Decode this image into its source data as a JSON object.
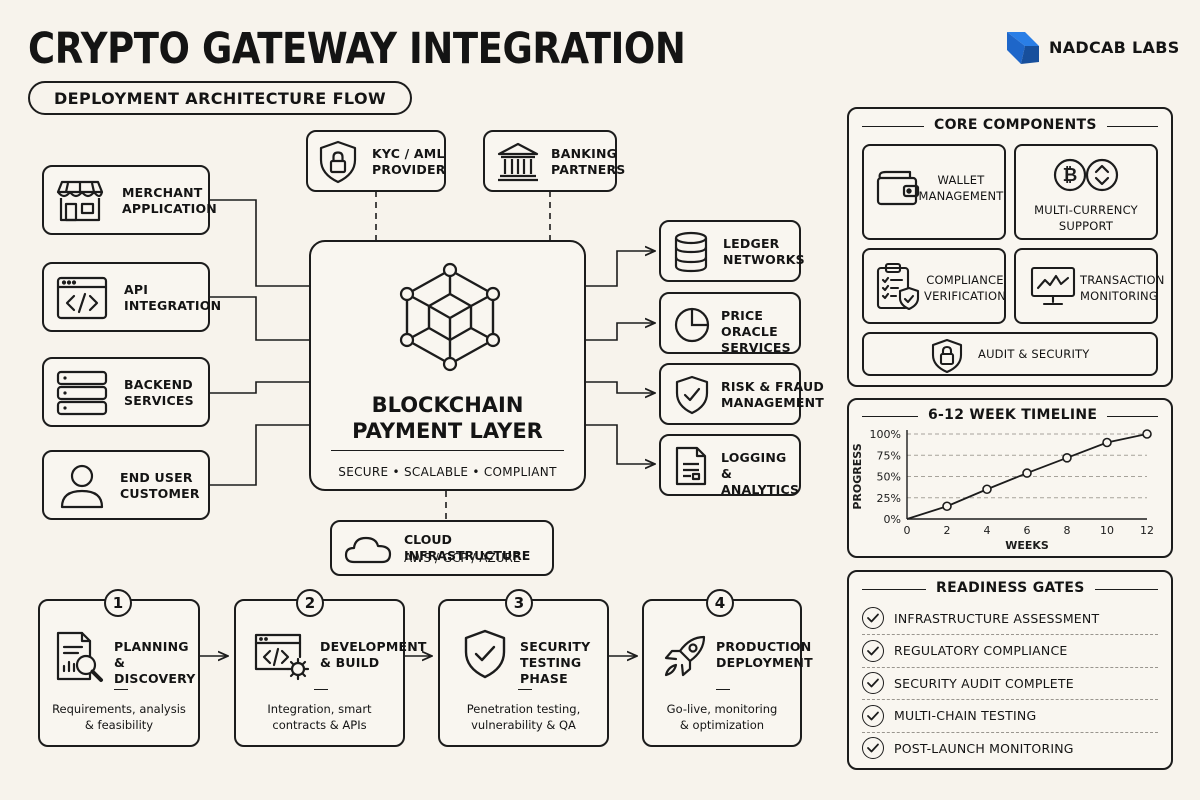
{
  "header": {
    "title": "CRYPTO GATEWAY INTEGRATION",
    "subtitle": "DEPLOYMENT ARCHITECTURE FLOW",
    "brand": "NADCAB LABS",
    "brand_color": "#1f6fd6"
  },
  "left_nodes": [
    {
      "lines": [
        "MERCHANT",
        "APPLICATION"
      ],
      "icon": "storefront-icon"
    },
    {
      "lines": [
        "API",
        "INTEGRATION"
      ],
      "icon": "code-window-icon"
    },
    {
      "lines": [
        "BACKEND",
        "SERVICES"
      ],
      "icon": "server-icon"
    },
    {
      "lines": [
        "END USER",
        "CUSTOMER"
      ],
      "icon": "user-icon"
    }
  ],
  "top_nodes": [
    {
      "lines": [
        "KYC / AML",
        "PROVIDER"
      ],
      "icon": "shield-lock-icon"
    },
    {
      "lines": [
        "BANKING",
        "PARTNERS"
      ],
      "icon": "bank-icon"
    }
  ],
  "center": {
    "title_lines": [
      "BLOCKCHAIN",
      "PAYMENT LAYER"
    ],
    "tagline": "SECURE • SCALABLE • COMPLIANT",
    "icon": "blockchain-cube-icon"
  },
  "right_nodes": [
    {
      "lines": [
        "LEDGER",
        "NETWORKS"
      ],
      "icon": "database-icon"
    },
    {
      "lines": [
        "PRICE ORACLE",
        "SERVICES"
      ],
      "icon": "pie-chart-icon"
    },
    {
      "lines": [
        "RISK & FRAUD",
        "MANAGEMENT"
      ],
      "icon": "shield-check-icon"
    },
    {
      "lines": [
        "LOGGING &",
        "ANALYTICS"
      ],
      "icon": "document-icon"
    }
  ],
  "cloud": {
    "title": "CLOUD INFRASTRUCTURE",
    "subtitle": "AWS / GCP / AZURE",
    "icon": "cloud-icon"
  },
  "phases": [
    {
      "num": "1",
      "lines": [
        "PLANNING &",
        "DISCOVERY"
      ],
      "desc": [
        "Requirements, analysis",
        "& feasibility"
      ],
      "icon": "document-search-icon"
    },
    {
      "num": "2",
      "lines": [
        "DEVELOPMENT",
        "& BUILD"
      ],
      "desc": [
        "Integration, smart",
        "contracts & APIs"
      ],
      "icon": "code-gear-icon"
    },
    {
      "num": "3",
      "lines": [
        "SECURITY",
        "TESTING PHASE"
      ],
      "desc": [
        "Penetration testing,",
        "vulnerability & QA"
      ],
      "icon": "shield-check-icon"
    },
    {
      "num": "4",
      "lines": [
        "PRODUCTION",
        "DEPLOYMENT"
      ],
      "desc": [
        "Go-live, monitoring",
        "& optimization"
      ],
      "icon": "rocket-icon"
    }
  ],
  "core": {
    "title": "CORE COMPONENTS",
    "items": [
      {
        "lines": [
          "WALLET",
          "MANAGEMENT"
        ],
        "icon": "wallet-icon"
      },
      {
        "lines": [
          "MULTI-CURRENCY",
          "SUPPORT"
        ],
        "icon": "bitcoin-exchange-icon"
      },
      {
        "lines": [
          "COMPLIANCE",
          "VERIFICATION"
        ],
        "icon": "clipboard-shield-icon"
      },
      {
        "lines": [
          "TRANSACTION",
          "MONITORING"
        ],
        "icon": "monitor-chart-icon"
      },
      {
        "lines": [
          "AUDIT & SECURITY"
        ],
        "icon": "lock-icon"
      }
    ]
  },
  "chart_data": {
    "type": "line",
    "title": "6-12 WEEK TIMELINE",
    "xlabel": "WEEKS",
    "ylabel": "PROGRESS",
    "x": [
      0,
      2,
      4,
      6,
      8,
      10,
      12
    ],
    "values": [
      0,
      15,
      35,
      54,
      72,
      90,
      100
    ],
    "xticks": [
      "0",
      "2",
      "4",
      "6",
      "8",
      "10",
      "12"
    ],
    "yticks": [
      "0%",
      "25%",
      "50%",
      "75%",
      "100%"
    ],
    "xlim": [
      0,
      12
    ],
    "ylim": [
      0,
      100
    ],
    "grid": "horizontal-dashed"
  },
  "gates": {
    "title": "READINESS GATES",
    "items": [
      "INFRASTRUCTURE ASSESSMENT",
      "REGULATORY COMPLIANCE",
      "SECURITY AUDIT COMPLETE",
      "MULTI-CHAIN TESTING",
      "POST-LAUNCH MONITORING"
    ]
  }
}
